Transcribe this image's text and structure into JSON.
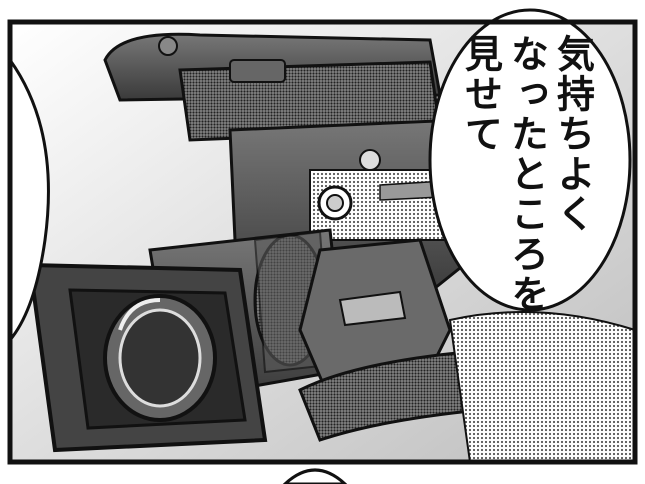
{
  "speech_bubble": {
    "lines": [
      "気持ちよく",
      "なったところを",
      "見せて"
    ]
  },
  "colors": {
    "ink": "#111111",
    "paper": "#ffffff",
    "screentone": "#9a9a9a"
  }
}
